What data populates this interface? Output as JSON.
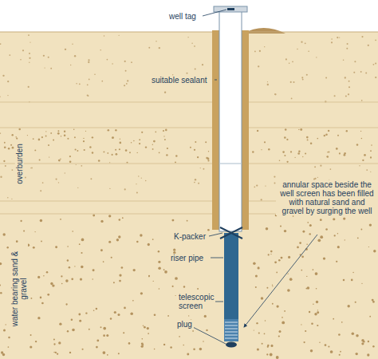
{
  "diagram": {
    "labels": [
      "well tag",
      "suitable sealant",
      "overburden",
      "K-packer",
      "riser pipe",
      "telescopic screen",
      "plug",
      "water bearing sand & gravel",
      "annular space beside the well screen has been filled with natural sand and gravel by surging the well"
    ]
  }
}
